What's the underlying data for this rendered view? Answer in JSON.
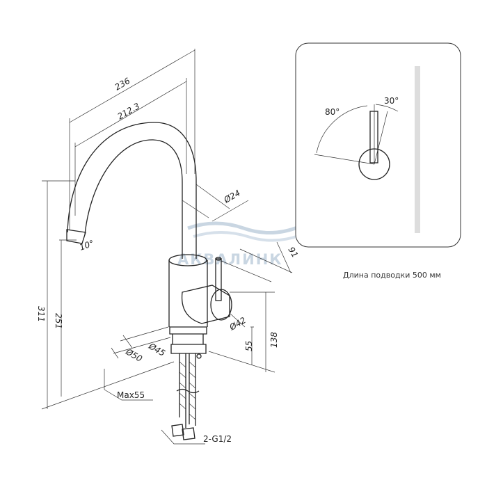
{
  "watermark": "АКВАЛИНК",
  "dimensions": {
    "reach_total": "236",
    "reach_spout": "212.3",
    "spout_diameter": "Ø24",
    "spout_angle": "10°",
    "total_height": "311",
    "spout_height": "251",
    "handle_depth": "91",
    "body_diameter": "Ø42",
    "body_height": "138",
    "base_height": "55",
    "base_diameter_inner": "Ø45",
    "base_diameter_outer": "Ø50",
    "max_countertop": "Max55",
    "connection": "2-G1/2"
  },
  "inset": {
    "angle_left": "80°",
    "angle_right": "30°",
    "caption": "Длина подводки 500 мм"
  }
}
